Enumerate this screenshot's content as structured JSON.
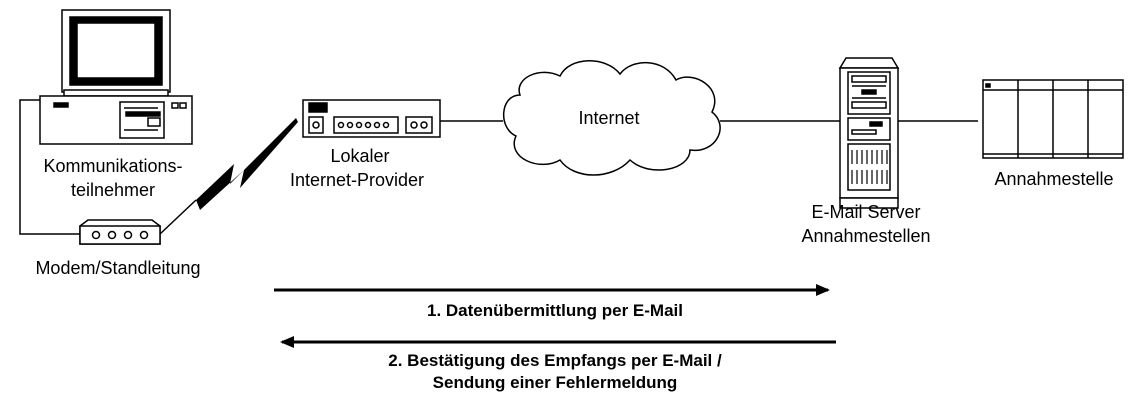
{
  "nodes": {
    "computer_label_1": "Kommunikations-",
    "computer_label_2": "teilnehmer",
    "modem_label": "Modem/Standleitung",
    "provider_label_1": "Lokaler",
    "provider_label_2": "Internet-Provider",
    "internet_label": "Internet",
    "server_label_1": "E-Mail Server",
    "server_label_2": "Annahmestellen",
    "annahme_label": "Annahmestelle"
  },
  "flows": {
    "forward_label": "1. Datenübermittlung per E-Mail",
    "back_label_1": "2. Bestätigung des Empfangs per E-Mail /",
    "back_label_2": "Sendung einer Fehlermeldung"
  },
  "colors": {
    "stroke": "#000000",
    "cloud_fill": "#ffffff"
  }
}
